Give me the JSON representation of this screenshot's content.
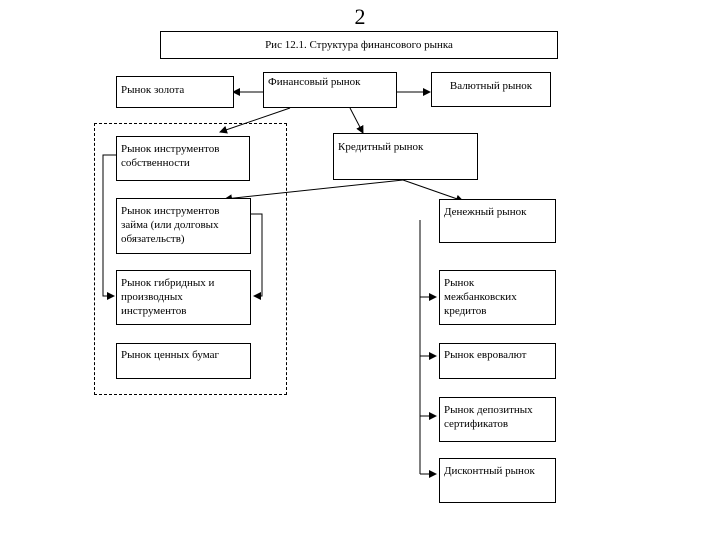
{
  "page": {
    "number": "2"
  },
  "diagram": {
    "title": "Рис 12.1. Структура финансового рынка",
    "nodes": {
      "gold": "Рынок золота",
      "financial": "Финансовый рынок",
      "currency": "Валютный рынок",
      "equity": "Рынок инструментов\nсобственности",
      "credit": "Кредитный рынок",
      "debt": "Рынок инструментов\nзайма (или долговых\nобязательств)",
      "money": "Денежный рынок",
      "hybrid": "Рынок гибридных и\nпроизводных\nинструментов",
      "interbank": "Рынок\nмежбанковских\nкредитов",
      "securities": "Рынок ценных бумаг",
      "eurocurrency": "Рынок евровалют",
      "deposit": "Рынок депозитных\nсертификатов",
      "discount": "Дисконтный рынок"
    }
  }
}
